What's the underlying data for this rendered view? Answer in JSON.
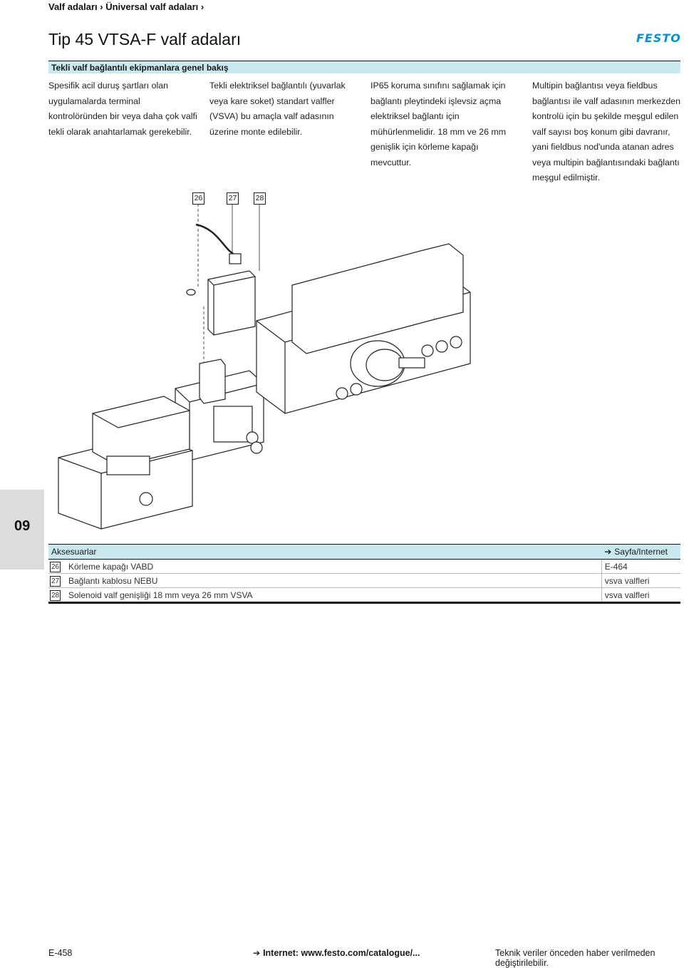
{
  "breadcrumb": {
    "item1": "Valf adaları",
    "sep1": " › ",
    "item2": "Üniversal valf adaları",
    "sep2": " ›"
  },
  "brand": {
    "logo_text": "FESTO",
    "color": "#0091dc"
  },
  "page": {
    "title": "Tip 45 VTSA-F valf adaları"
  },
  "section": {
    "title": "Tekli valf bağlantılı ekipmanlara genel bakış"
  },
  "columns": [
    {
      "text": "Spesifik acil duruş şartları olan uygulamalarda terminal kontrolöründen bir veya daha çok valfi tekli olarak anahtarlamak gerekebilir."
    },
    {
      "text": "Tekli elektriksel bağlantılı (yuvarlak veya kare soket) standart valfler (VSVA) bu amaçla valf adasının üzerine monte edilebilir."
    },
    {
      "text": "IP65 koruma sınıfını sağlamak için bağlantı pleytindeki işlevsiz açma elektriksel bağlantı için mühürlenmelidir. 18 mm ve 26 mm genişlik için körleme kapağı mevcuttur."
    },
    {
      "text": "Multipin bağlantısı veya fieldbus bağlantısı ile valf adasının merkezden kontrolü için bu şekilde meşgul edilen valf sayısı boş konum gibi davranır, yani fieldbus nod'unda atanan adres veya multipin bağlantısındaki bağlantı meşgul edilmiştir."
    }
  ],
  "callouts": [
    "26",
    "27",
    "28"
  ],
  "chapter_tab": "09",
  "accessories": {
    "header": "Aksesuarlar",
    "ref_header": "Sayfa/Internet",
    "rows": [
      {
        "num": "26",
        "name": "Körleme kapağı VABD",
        "ref": "E-464"
      },
      {
        "num": "27",
        "name": "Bağlantı kablosu NEBU",
        "ref": "vsva valfleri"
      },
      {
        "num": "28",
        "name": "Solenoid valf genişliği 18 mm veya 26 mm VSVA",
        "ref": "vsva valfleri"
      }
    ]
  },
  "footer": {
    "page": "E-458",
    "internet": "Internet: www.festo.com/catalogue/...",
    "note": "Teknik veriler önceden haber verilmeden değiştirilebilir."
  },
  "colors": {
    "accent_bar": "#c9e9ee",
    "tab": "#dcdcdc"
  },
  "icons": {
    "arrow": "arrow-right-icon"
  }
}
